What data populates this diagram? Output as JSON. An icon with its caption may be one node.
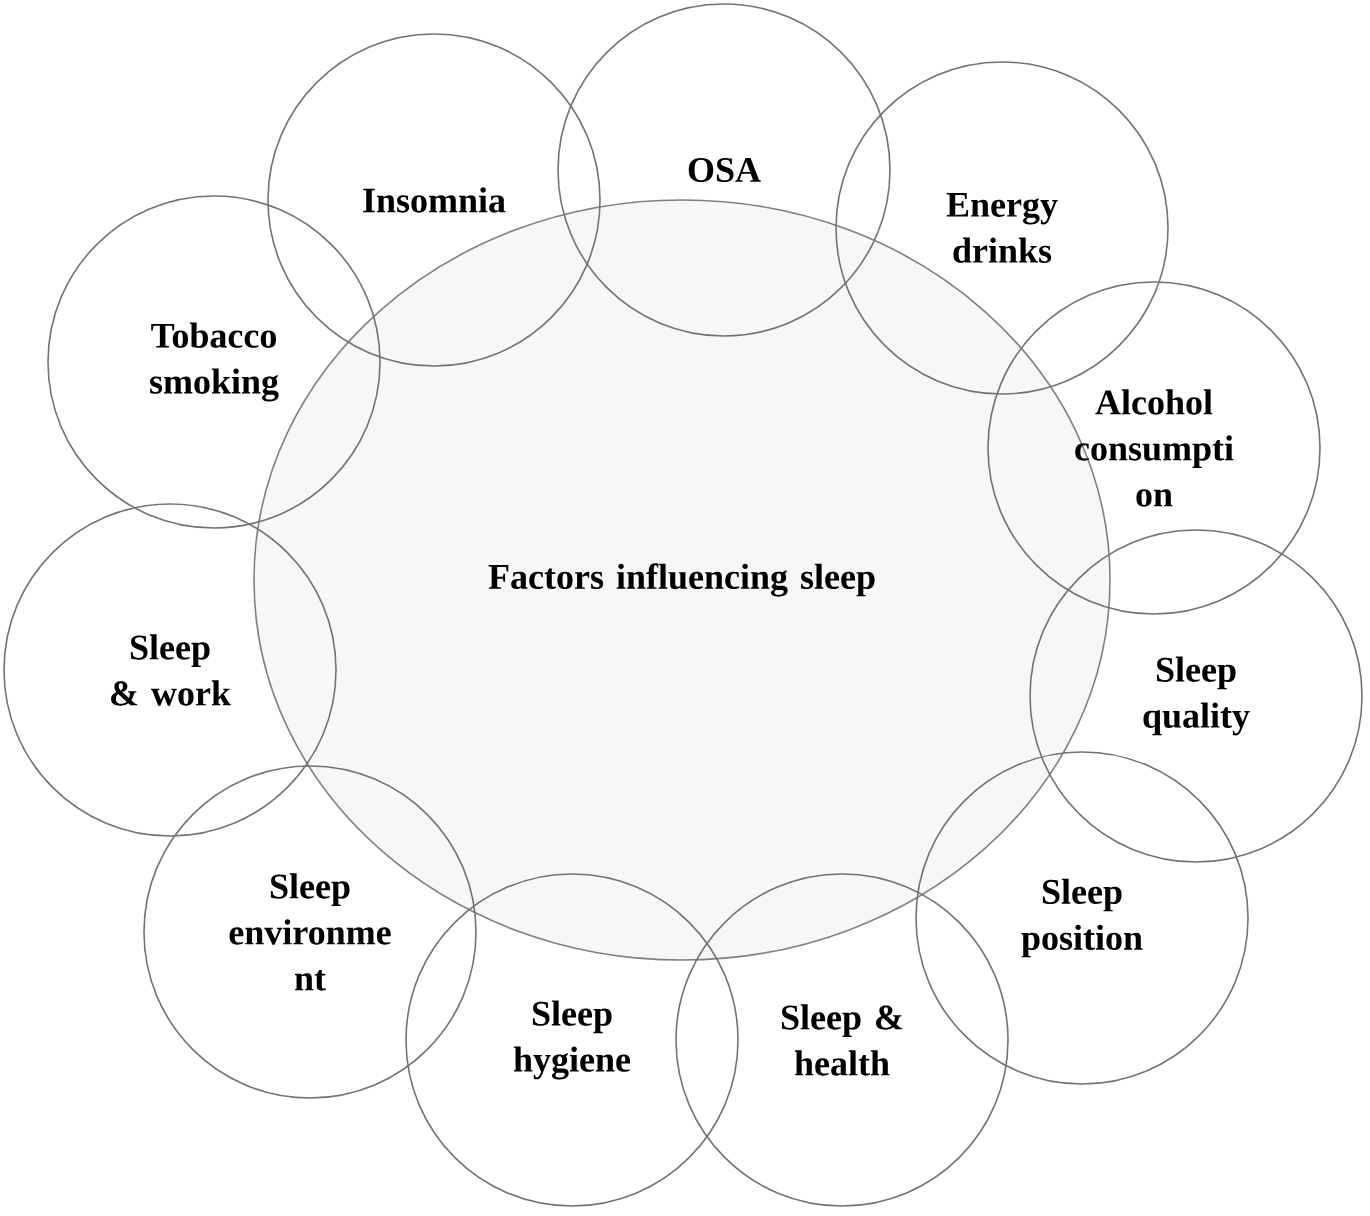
{
  "diagram": {
    "nodes": [
      {
        "text": [
          "Factors influencing sleep"
        ]
      },
      {
        "text": [
          "Insomnia"
        ]
      },
      {
        "text": [
          "OSA"
        ]
      },
      {
        "text": [
          "Energy drinks"
        ]
      },
      {
        "text": [
          "Alcohol consumpti on"
        ]
      },
      {
        "text": [
          "Sleep quality"
        ]
      },
      {
        "text": [
          "Sleep position"
        ]
      },
      {
        "text": [
          "Sleep & health"
        ]
      },
      {
        "text": [
          "Sleep hygiene"
        ]
      },
      {
        "text": [
          "Sleep environme nt"
        ]
      },
      {
        "text": [
          "Sleep & work"
        ]
      },
      {
        "text": [
          "Tobacco smoking"
        ]
      }
    ]
  }
}
